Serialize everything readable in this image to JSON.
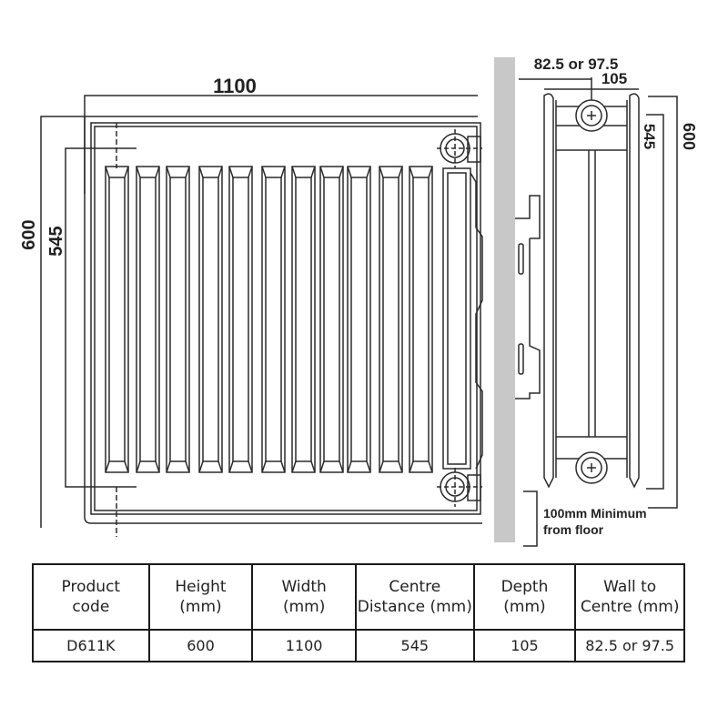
{
  "diagram": {
    "front_view": {
      "width_label": "1100",
      "height_label": "600",
      "centre_label": "545",
      "flute_count": 11
    },
    "side_view": {
      "wall_to_centre_label": "82.5 or 97.5",
      "depth_label": "105",
      "centre_label": "545",
      "height_label": "600",
      "floor_note_line1": "100mm Minimum",
      "floor_note_line2": "from floor"
    },
    "colors": {
      "line": "#2a2a2a",
      "wall": "#c8c8c8",
      "background": "#ffffff"
    }
  },
  "table": {
    "headers": [
      [
        "Product",
        "code"
      ],
      [
        "Height",
        "(mm)"
      ],
      [
        "Width",
        "(mm)"
      ],
      [
        "Centre",
        "Distance (mm)"
      ],
      [
        "Depth",
        "(mm)"
      ],
      [
        "Wall to",
        "Centre (mm)"
      ]
    ],
    "rows": [
      [
        "D611K",
        "600",
        "1100",
        "545",
        "105",
        "82.5 or 97.5"
      ]
    ]
  }
}
